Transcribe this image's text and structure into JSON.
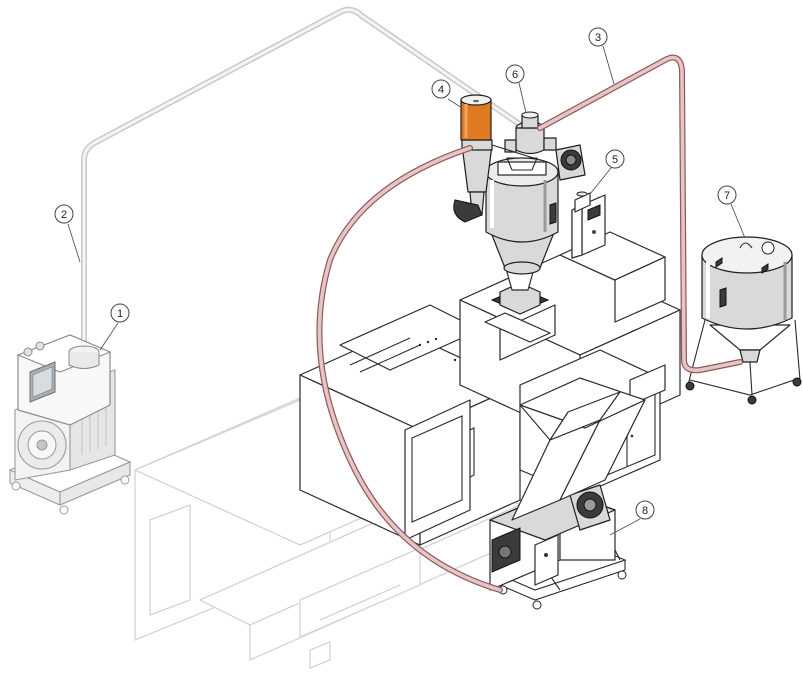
{
  "callouts": [
    {
      "number": "1"
    },
    {
      "number": "2"
    },
    {
      "number": "3"
    },
    {
      "number": "4"
    },
    {
      "number": "5"
    },
    {
      "number": "6"
    },
    {
      "number": "7"
    },
    {
      "number": "8"
    }
  ],
  "colors": {
    "ghost_outline": "#d4d4d4",
    "machine_outline": "#2a2a2a",
    "conveying_hose": "#d9a8a8",
    "filter_cartridge": "#e07a22",
    "metal_fill": "#d9d9d9"
  },
  "components": [
    {
      "id": "vacuum-loader-pump",
      "icon": "vacuum-pump-icon"
    },
    {
      "id": "suction-line",
      "icon": "pipe-icon"
    },
    {
      "id": "return-line",
      "icon": "hose-icon"
    },
    {
      "id": "filter-receiver",
      "icon": "filter-icon"
    },
    {
      "id": "dryer-control-box",
      "icon": "control-panel-icon"
    },
    {
      "id": "drying-hopper",
      "icon": "hopper-icon"
    },
    {
      "id": "material-bin",
      "icon": "tank-icon"
    },
    {
      "id": "granulator",
      "icon": "granulator-icon"
    }
  ]
}
